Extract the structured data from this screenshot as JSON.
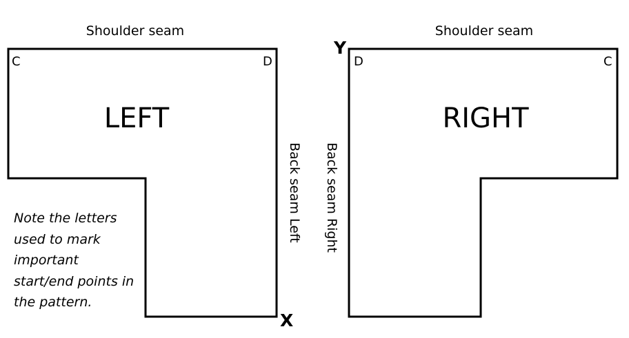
{
  "left_piece": {
    "top_label": "Shoulder seam",
    "corner_left": "C",
    "corner_right": "D",
    "title": "LEFT",
    "side_label": "Back seam Left",
    "point_label": "X"
  },
  "right_piece": {
    "top_label": "Shoulder seam",
    "corner_left": "D",
    "corner_right": "C",
    "title": "RIGHT",
    "side_label": "Back seam Right",
    "point_label": "Y"
  },
  "note": "Note the letters used to mark important start/end points in the pattern."
}
